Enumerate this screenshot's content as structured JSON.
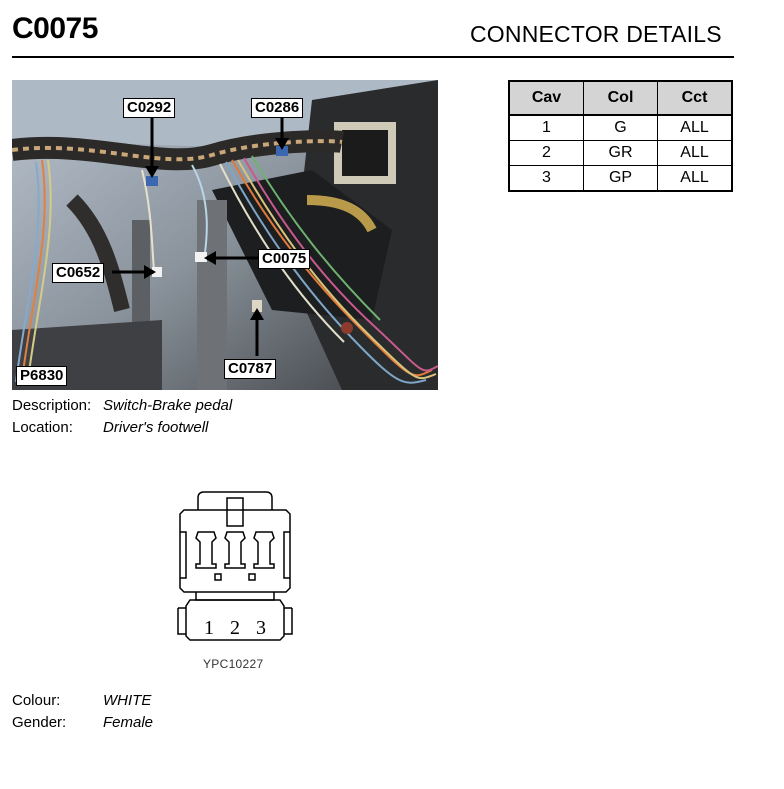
{
  "header": {
    "connector_id": "C0075",
    "section_title": "CONNECTOR DETAILS"
  },
  "photo": {
    "callouts": [
      "C0292",
      "C0286",
      "C0075",
      "C0652",
      "C0787",
      "P6830"
    ]
  },
  "description": {
    "description_label": "Description:",
    "description_value": "Switch-Brake pedal",
    "location_label": "Location:",
    "location_value": "Driver's footwell"
  },
  "pin_table": {
    "headers": [
      "Cav",
      "Col",
      "Cct"
    ],
    "rows": [
      [
        "1",
        "G",
        "ALL"
      ],
      [
        "2",
        "GR",
        "ALL"
      ],
      [
        "3",
        "GP",
        "ALL"
      ]
    ]
  },
  "connector_drawing": {
    "pin_numbers": [
      "1",
      "2",
      "3"
    ],
    "reference": "YPC10227"
  },
  "properties": {
    "colour_label": "Colour:",
    "colour_value": "WHITE",
    "gender_label": "Gender:",
    "gender_value": "Female"
  }
}
